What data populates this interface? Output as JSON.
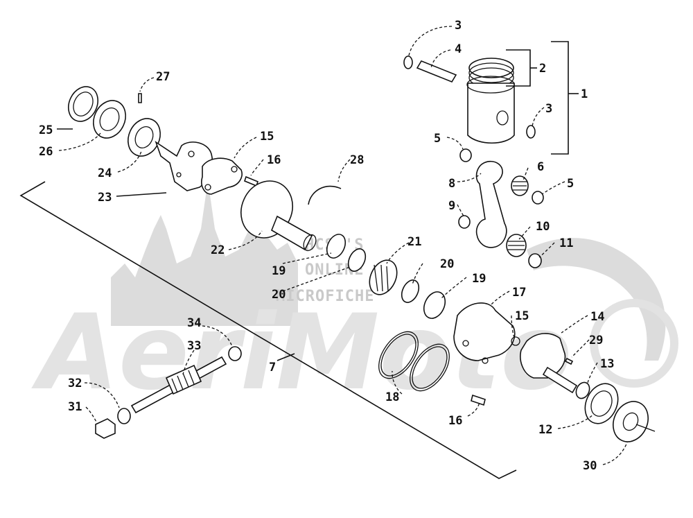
{
  "watermark": {
    "lines": [
      "HCSM'S",
      "ONLINE",
      "MICROFICHE"
    ],
    "brand": "AeriMoto"
  },
  "callouts": [
    {
      "id": "c1",
      "label": "1"
    },
    {
      "id": "c2",
      "label": "2"
    },
    {
      "id": "c3a",
      "label": "3"
    },
    {
      "id": "c3b",
      "label": "3"
    },
    {
      "id": "c4",
      "label": "4"
    },
    {
      "id": "c5a",
      "label": "5"
    },
    {
      "id": "c5b",
      "label": "5"
    },
    {
      "id": "c6",
      "label": "6"
    },
    {
      "id": "c7",
      "label": "7"
    },
    {
      "id": "c8",
      "label": "8"
    },
    {
      "id": "c9",
      "label": "9"
    },
    {
      "id": "c10",
      "label": "10"
    },
    {
      "id": "c11",
      "label": "11"
    },
    {
      "id": "c12",
      "label": "12"
    },
    {
      "id": "c13",
      "label": "13"
    },
    {
      "id": "c14",
      "label": "14"
    },
    {
      "id": "c15a",
      "label": "15"
    },
    {
      "id": "c15b",
      "label": "15"
    },
    {
      "id": "c16a",
      "label": "16"
    },
    {
      "id": "c16b",
      "label": "16"
    },
    {
      "id": "c17",
      "label": "17"
    },
    {
      "id": "c18",
      "label": "18"
    },
    {
      "id": "c19a",
      "label": "19"
    },
    {
      "id": "c19b",
      "label": "19"
    },
    {
      "id": "c20a",
      "label": "20"
    },
    {
      "id": "c20b",
      "label": "20"
    },
    {
      "id": "c21",
      "label": "21"
    },
    {
      "id": "c22",
      "label": "22"
    },
    {
      "id": "c23",
      "label": "23"
    },
    {
      "id": "c24",
      "label": "24"
    },
    {
      "id": "c25",
      "label": "25"
    },
    {
      "id": "c26",
      "label": "26"
    },
    {
      "id": "c27",
      "label": "27"
    },
    {
      "id": "c28",
      "label": "28"
    },
    {
      "id": "c29",
      "label": "29"
    },
    {
      "id": "c30",
      "label": "30"
    },
    {
      "id": "c31",
      "label": "31"
    },
    {
      "id": "c32",
      "label": "32"
    },
    {
      "id": "c33",
      "label": "33"
    },
    {
      "id": "c34",
      "label": "34"
    }
  ]
}
